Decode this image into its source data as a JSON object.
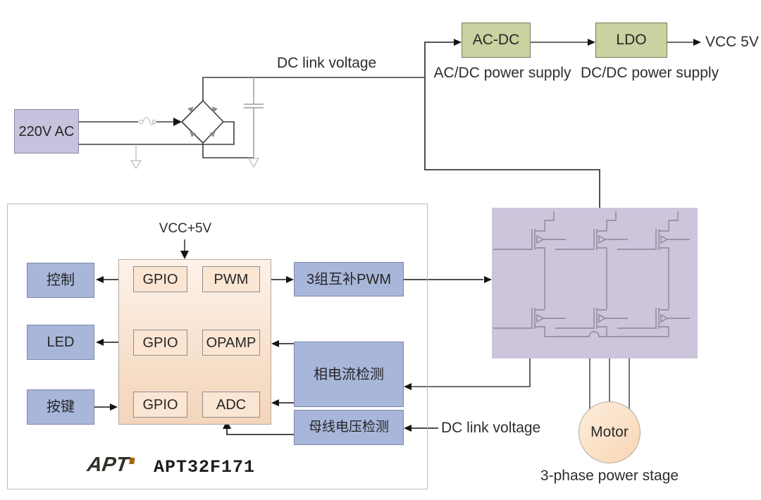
{
  "colors": {
    "wire": "#3d3d3d",
    "light_wire": "#bfbfbf",
    "lavender_fill": "#c9c2de",
    "green_fill": "#c9d2a0",
    "blue_fill": "#a8b6da",
    "mcu_fill": "#f8e2cc",
    "module_fill": "#fbe5d3",
    "stage_fill": "#ccc5dc",
    "motor_fill": "#f9ddc0",
    "brand_accent": "#a8650f"
  },
  "top": {
    "ac_source_label": "220V AC",
    "dc_link_label": "DC link voltage",
    "acdc_block_label": "AC-DC",
    "acdc_caption": "AC/DC power supply",
    "ldo_block_label": "LDO",
    "ldo_caption": "DC/DC power supply",
    "vcc_out_label": "VCC 5V"
  },
  "mcu": {
    "vcc_in_label": "VCC+5V",
    "brand_logo": "APT",
    "part_number": "APT32F171",
    "modules": [
      {
        "label": "GPIO"
      },
      {
        "label": "PWM"
      },
      {
        "label": "GPIO"
      },
      {
        "label": "OPAMP"
      },
      {
        "label": "GPIO"
      },
      {
        "label": "ADC"
      }
    ],
    "left_io": [
      {
        "label": "控制"
      },
      {
        "label": "LED"
      },
      {
        "label": "按键"
      }
    ],
    "right_io": [
      {
        "label": "3组互补PWM"
      },
      {
        "label": "相电流检测"
      },
      {
        "label": "母线电压检测"
      }
    ]
  },
  "stage": {
    "caption": "3-phase power stage",
    "motor_label": "Motor",
    "dc_link_label": "DC link voltage"
  }
}
